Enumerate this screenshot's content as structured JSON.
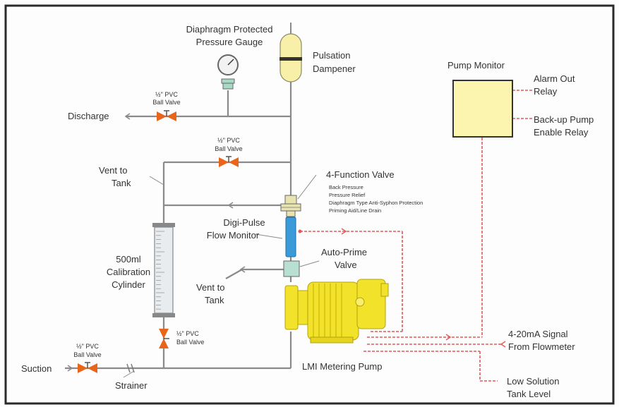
{
  "labels": {
    "gauge_line1": "Diaphragm Protected",
    "gauge_line2": "Pressure Gauge",
    "dampener_line1": "Pulsation",
    "dampener_line2": "Dampener",
    "pump_monitor": "Pump Monitor",
    "alarm_line1": "Alarm Out",
    "alarm_line2": "Relay",
    "backup_line1": "Back-up Pump",
    "backup_line2": "Enable Relay",
    "discharge": "Discharge",
    "ball_valve_size": "½\" PVC",
    "ball_valve": "Ball Valve",
    "vent_line1": "Vent to",
    "vent_line2": "Tank",
    "four_function": "4-Function Valve",
    "ff_item1": "Back Pressure",
    "ff_item2": "Pressure Relief",
    "ff_item3": "Diaphragm Type Anti-Syphon Protection",
    "ff_item4": "Priming Aid/Line Drain",
    "digi_line1": "Digi-Pulse",
    "digi_line2": "Flow Monitor",
    "cyl_line1": "500ml",
    "cyl_line2": "Calibration",
    "cyl_line3": "Cylinder",
    "autoprime_line1": "Auto-Prime",
    "autoprime_line2": "Valve",
    "signal_line1": "4-20mA Signal",
    "signal_line2": "From Flowmeter",
    "pump": "LMI Metering Pump",
    "suction": "Suction",
    "strainer": "Strainer",
    "low_line1": "Low Solution",
    "low_line2": "Tank Level"
  },
  "colors": {
    "pipe": "#7a7a7a",
    "signal": "#e05a5a",
    "yellow": "#f3e22a",
    "monitor_fill": "#fbf5b0",
    "valve": "#e8651a",
    "flow_monitor": "#3b9ad8",
    "auto_prime": "#b8e0d2",
    "border": "#2a2a2a"
  }
}
